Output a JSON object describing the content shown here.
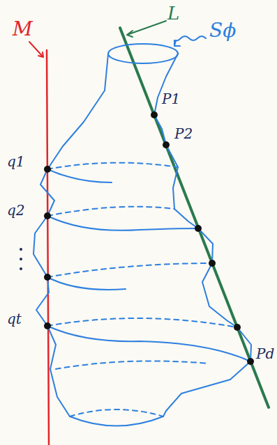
{
  "diagram": {
    "labels": [
      "M",
      "L",
      "Sϕ",
      "q1",
      "q2",
      "qt",
      "P1",
      "P2",
      "Pd"
    ]
  }
}
